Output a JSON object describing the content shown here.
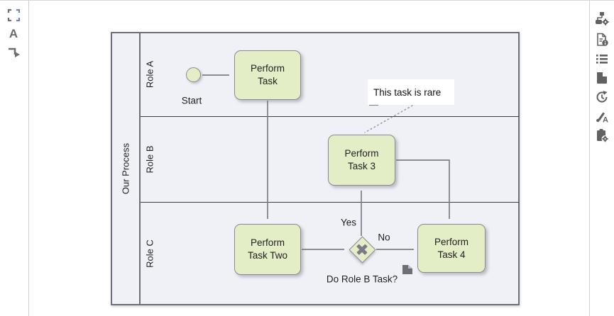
{
  "colors": {
    "shape_fill": "#e3eec6",
    "shape_stroke": "#8a8a96",
    "pool_border": "#6f6f7c",
    "pool_background": "#eff1f6",
    "connector": "#7d7d8b",
    "toolbar_icon": "#616161",
    "canvas_background": "#ffffff"
  },
  "left_toolbar": {
    "items": [
      {
        "name": "frame-select-tool"
      },
      {
        "name": "text-tool",
        "label": "A"
      },
      {
        "name": "connector-tool"
      }
    ]
  },
  "right_toolbar": {
    "items": [
      {
        "name": "process-settings"
      },
      {
        "name": "file-info"
      },
      {
        "name": "list-view"
      },
      {
        "name": "new-document"
      },
      {
        "name": "history-refresh"
      },
      {
        "name": "style-format"
      },
      {
        "name": "paste-settings"
      }
    ]
  },
  "diagram": {
    "pool": {
      "label": "Our Process"
    },
    "lanes": [
      {
        "label": "Role A"
      },
      {
        "label": "Role B"
      },
      {
        "label": "Role C"
      }
    ],
    "nodes": {
      "start_event": {
        "label": "Start"
      },
      "task_perform": {
        "label": "Perform Task"
      },
      "task_three": {
        "label": "Perform Task 3"
      },
      "task_two": {
        "label": "Perform Task Two"
      },
      "task_four": {
        "label": "Perform Task 4"
      },
      "gateway": {
        "label": "Do Role B Task?"
      },
      "annotation": {
        "text": "This task is rare"
      }
    },
    "edge_labels": {
      "yes": "Yes",
      "no": "No"
    }
  }
}
